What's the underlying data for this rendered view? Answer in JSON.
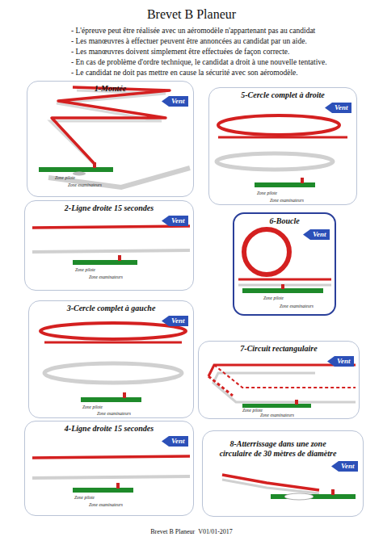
{
  "diagram": {
    "title": "Brevet B Planeur",
    "caption": "Brevet B Planeur  V01/01-2017",
    "nodes": [
      {
        "text": [
          "1-Montée"
        ]
      },
      {
        "text": [
          "Vent"
        ],
        "in": 0
      },
      {
        "text": [
          "5-Cercle complet à droite"
        ]
      },
      {
        "text": [
          "Vent"
        ],
        "in": 2
      },
      {
        "text": [
          "2-Ligne droite 15 secondes"
        ]
      },
      {
        "text": [
          "Vent"
        ],
        "in": 4
      },
      {
        "text": [
          "6-Boucle"
        ]
      },
      {
        "text": [
          "Vent"
        ],
        "in": 6
      },
      {
        "text": [
          "3-Cercle complet à gauche"
        ]
      },
      {
        "text": [
          "Vent"
        ],
        "in": 8
      },
      {
        "text": [
          "7-Circuit rectangulaire"
        ]
      },
      {
        "text": [
          "Vent"
        ],
        "in": 10
      },
      {
        "text": [
          "4-Ligne droite 15 secondes"
        ]
      },
      {
        "text": [
          "Vent"
        ],
        "in": 12
      },
      {
        "text": [
          "8-Atterrissage dans une zone circulaire de 30 mètres de diamètre"
        ]
      },
      {
        "text": [
          "Vent"
        ],
        "in": 14
      }
    ],
    "labels": [
      "- L'épreuve peut être réalisée avec un aéromodèle n'appartenant pas au candidat",
      "- Les manœuvres à effectuer peuvent être annoncées au candidat par un aide.",
      "- Les manœuvres doivent simplement être effectuées de façon correcte.",
      "- En cas de problème d'ordre technique, le candidat a droit à une nouvelle tentative.",
      "- Le candidat ne doit pas mettre en cause la sécurité avec son aéromodèle.",
      "Zone pilote",
      "Zone examinateurs",
      "Zone pilote",
      "Zone examinateurs",
      "Zone pilote",
      "Zone examinateurs",
      "Zone pilote",
      "Zone examinateurs",
      "Zone pilote",
      "Zone examinateurs",
      "Zone pilote",
      "Zone examinateurs",
      "Zone pilote",
      "Zone examinateurs"
    ]
  }
}
